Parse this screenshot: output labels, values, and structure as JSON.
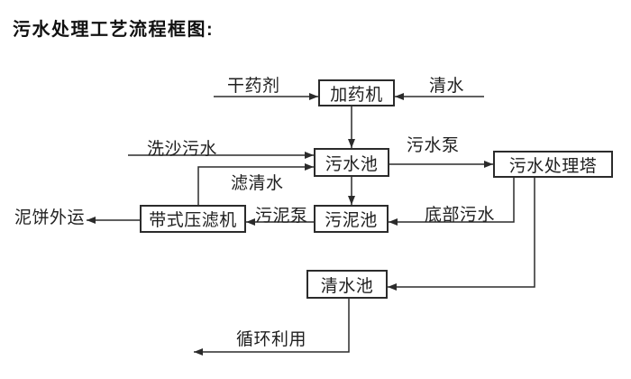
{
  "title": "污水处理工艺流程框图:",
  "colors": {
    "ink": "#1f1f1f",
    "background": "#ffffff"
  },
  "nodes": {
    "dosing_machine": "加药机",
    "sewage_pool": "污水池",
    "treatment_tower": "污水处理塔",
    "sludge_pool": "污泥池",
    "belt_filter_press": "带式压滤机",
    "clean_water_pool": "清水池"
  },
  "labels": {
    "dry_chemical": "干药剂",
    "clean_water": "清水",
    "sand_washing_sewage": "洗沙污水",
    "filtered_water": "滤清水",
    "sewage_pump": "污水泵",
    "bottom_sewage": "底部污水",
    "sludge_pump": "污泥泵",
    "mud_cake_out": "泥饼外运",
    "recycle_use": "循环利用"
  },
  "edges": [
    {
      "from": "dry_chemical_input",
      "to": "dosing_machine",
      "label": "干药剂"
    },
    {
      "from": "clean_water_input",
      "to": "dosing_machine",
      "label": "清水"
    },
    {
      "from": "dosing_machine",
      "to": "sewage_pool",
      "label": ""
    },
    {
      "from": "sand_washing_input",
      "to": "sewage_pool",
      "label": "洗沙污水"
    },
    {
      "from": "belt_filter_press",
      "to": "sewage_pool",
      "label": "滤清水"
    },
    {
      "from": "sewage_pool",
      "to": "treatment_tower",
      "label": "污水泵"
    },
    {
      "from": "sewage_pool",
      "to": "sludge_pool",
      "label": ""
    },
    {
      "from": "treatment_tower",
      "to": "sludge_pool",
      "label": "底部污水"
    },
    {
      "from": "sludge_pool",
      "to": "belt_filter_press",
      "label": "污泥泵"
    },
    {
      "from": "belt_filter_press",
      "to": "mud_cake_out",
      "label": "泥饼外运"
    },
    {
      "from": "treatment_tower",
      "to": "clean_water_pool",
      "label": ""
    },
    {
      "from": "clean_water_pool",
      "to": "recycle_out",
      "label": "循环利用"
    }
  ]
}
